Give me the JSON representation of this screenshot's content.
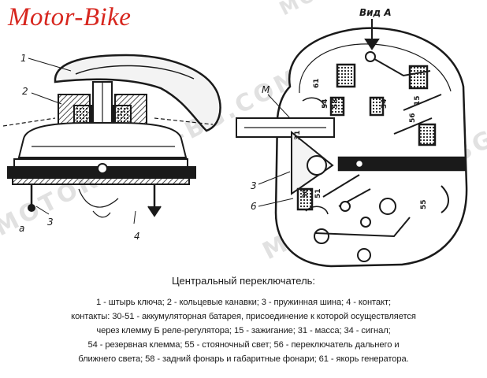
{
  "brand": "Motor-Bike",
  "watermark": "MOTOR-BIKE-BG.COM",
  "left_callouts": [
    "1",
    "2",
    "3",
    "4",
    "a"
  ],
  "right_view_label": "Вид А",
  "right_callouts": [
    "M",
    "3",
    "6"
  ],
  "terminal_labels": [
    "61",
    "58",
    "54",
    "56",
    "30",
    "31",
    "34",
    "15",
    "51",
    "55"
  ],
  "caption": {
    "title": "Центральный переключатель:",
    "lines": [
      "1 - штырь ключа; 2 - кольцевые канавки; 3 - пружинная шина; 4 - контакт;",
      "контакты: 30-51 - аккумуляторная батарея, присоединение к которой осуществляется",
      "через клемму Б реле-регулятора; 15 - зажигание; 31 - масса; 34 - сигнал;",
      "54 - резервная клемма; 55 - стояночный свет; 56 - переключатель дальнего и",
      "ближнего света; 58 - задний фонарь и габаритные фонари; 61 - якорь генератора."
    ]
  },
  "colors": {
    "brand": "#d7261e",
    "ink": "#1a1a1a",
    "watermark": "#c9c9c9"
  }
}
